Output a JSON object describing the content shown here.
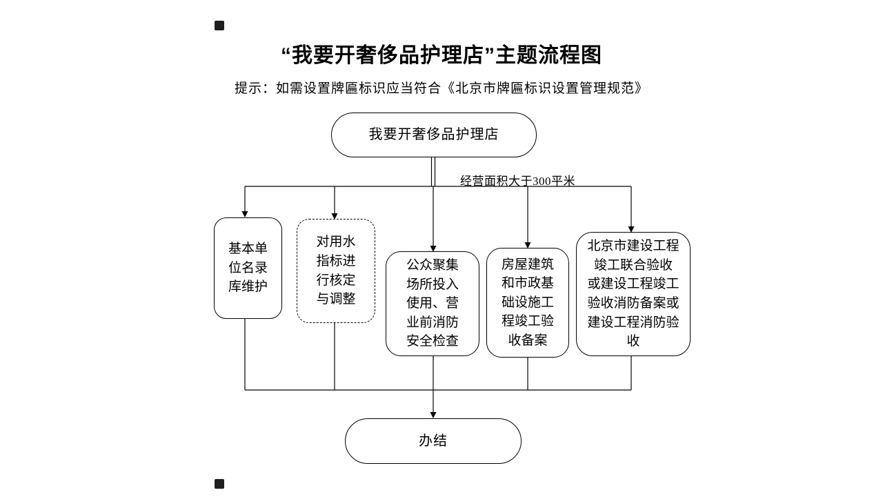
{
  "page": {
    "title": "“我要开奢侈品护理店”主题流程图",
    "hint": "提示：如需设置牌匾标识应当符合《北京市牌匾标识设置管理规范》"
  },
  "flow": {
    "start": "我要开奢侈品护理店",
    "branch_label": "经营面积大于300平米",
    "steps": [
      {
        "label": "基本单\n位名录\n库维护",
        "border": "solid"
      },
      {
        "label": "对用水\n指标进\n行核定\n与调整",
        "border": "dashed"
      },
      {
        "label": "公众聚集\n场所投入\n使用、营\n业前消防\n安全检查",
        "border": "solid"
      },
      {
        "label": "房屋建筑\n和市政基\n础设施工\n程竣工验\n收备案",
        "border": "solid"
      },
      {
        "label": "北京市建设工程\n竣工联合验收\n或建设工程竣工\n验收消防备案或\n建设工程消防验\n收",
        "border": "solid"
      }
    ],
    "end": "办结"
  }
}
